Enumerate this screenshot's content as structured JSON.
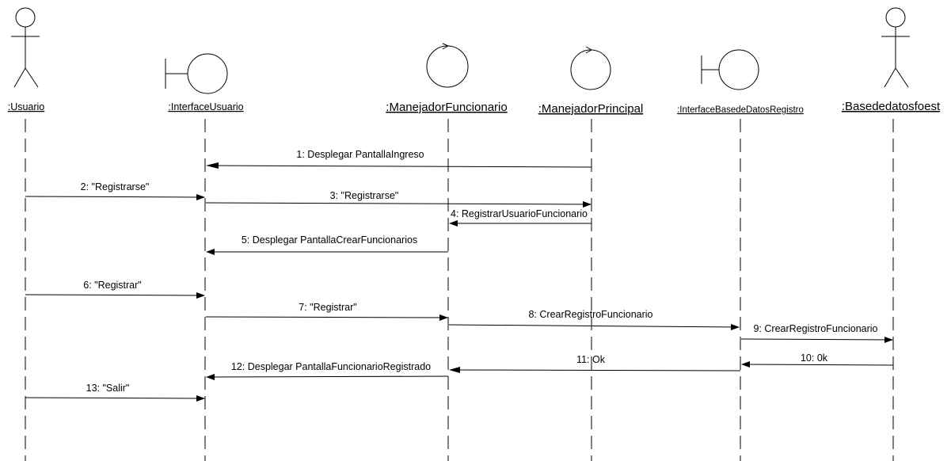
{
  "participants": [
    {
      "id": "usuario",
      "label": ":Usuario",
      "kind": "actor"
    },
    {
      "id": "interface-usuario",
      "label": ":InterfaceUsuario",
      "kind": "boundary"
    },
    {
      "id": "manejador-funcionario",
      "label": ":ManejadorFuncionario",
      "kind": "control"
    },
    {
      "id": "manejador-principal",
      "label": ":ManejadorPrincipal",
      "kind": "control"
    },
    {
      "id": "interface-bd-registro",
      "label": ":InterfaceBasedeDatosRegistro",
      "kind": "boundary"
    },
    {
      "id": "basededatos",
      "label": ":Basededatosfoest",
      "kind": "actor"
    }
  ],
  "messages": [
    {
      "n": 1,
      "text": "1: Desplegar PantallaIngreso",
      "from": "manejador-principal",
      "to": "interface-usuario"
    },
    {
      "n": 2,
      "text": "2: \"Registrarse\"",
      "from": "usuario",
      "to": "interface-usuario"
    },
    {
      "n": 3,
      "text": "3:  \"Registrarse\"",
      "from": "interface-usuario",
      "to": "manejador-principal"
    },
    {
      "n": 4,
      "text": "4: RegistrarUsuarioFuncionario",
      "from": "manejador-principal",
      "to": "manejador-funcionario"
    },
    {
      "n": 5,
      "text": "5: Desplegar PantallaCrearFuncionarios",
      "from": "manejador-funcionario",
      "to": "interface-usuario"
    },
    {
      "n": 6,
      "text": "6: \"Registrar\"",
      "from": "usuario",
      "to": "interface-usuario"
    },
    {
      "n": 7,
      "text": "7: \"Registrar\"",
      "from": "interface-usuario",
      "to": "manejador-funcionario"
    },
    {
      "n": 8,
      "text": "8: CrearRegistroFuncionario",
      "from": "manejador-funcionario",
      "to": "interface-bd-registro"
    },
    {
      "n": 9,
      "text": "9: CrearRegistroFuncionario",
      "from": "interface-bd-registro",
      "to": "basededatos"
    },
    {
      "n": 10,
      "text": "10: 0k",
      "from": "basededatos",
      "to": "interface-bd-registro"
    },
    {
      "n": 11,
      "text": "11: Ok",
      "from": "interface-bd-registro",
      "to": "manejador-funcionario"
    },
    {
      "n": 12,
      "text": "12: Desplegar PantallaFuncionarioRegistrado",
      "from": "manejador-funcionario",
      "to": "interface-usuario"
    },
    {
      "n": 13,
      "text": "13: \"Salir\"",
      "from": "usuario",
      "to": "interface-usuario"
    }
  ]
}
